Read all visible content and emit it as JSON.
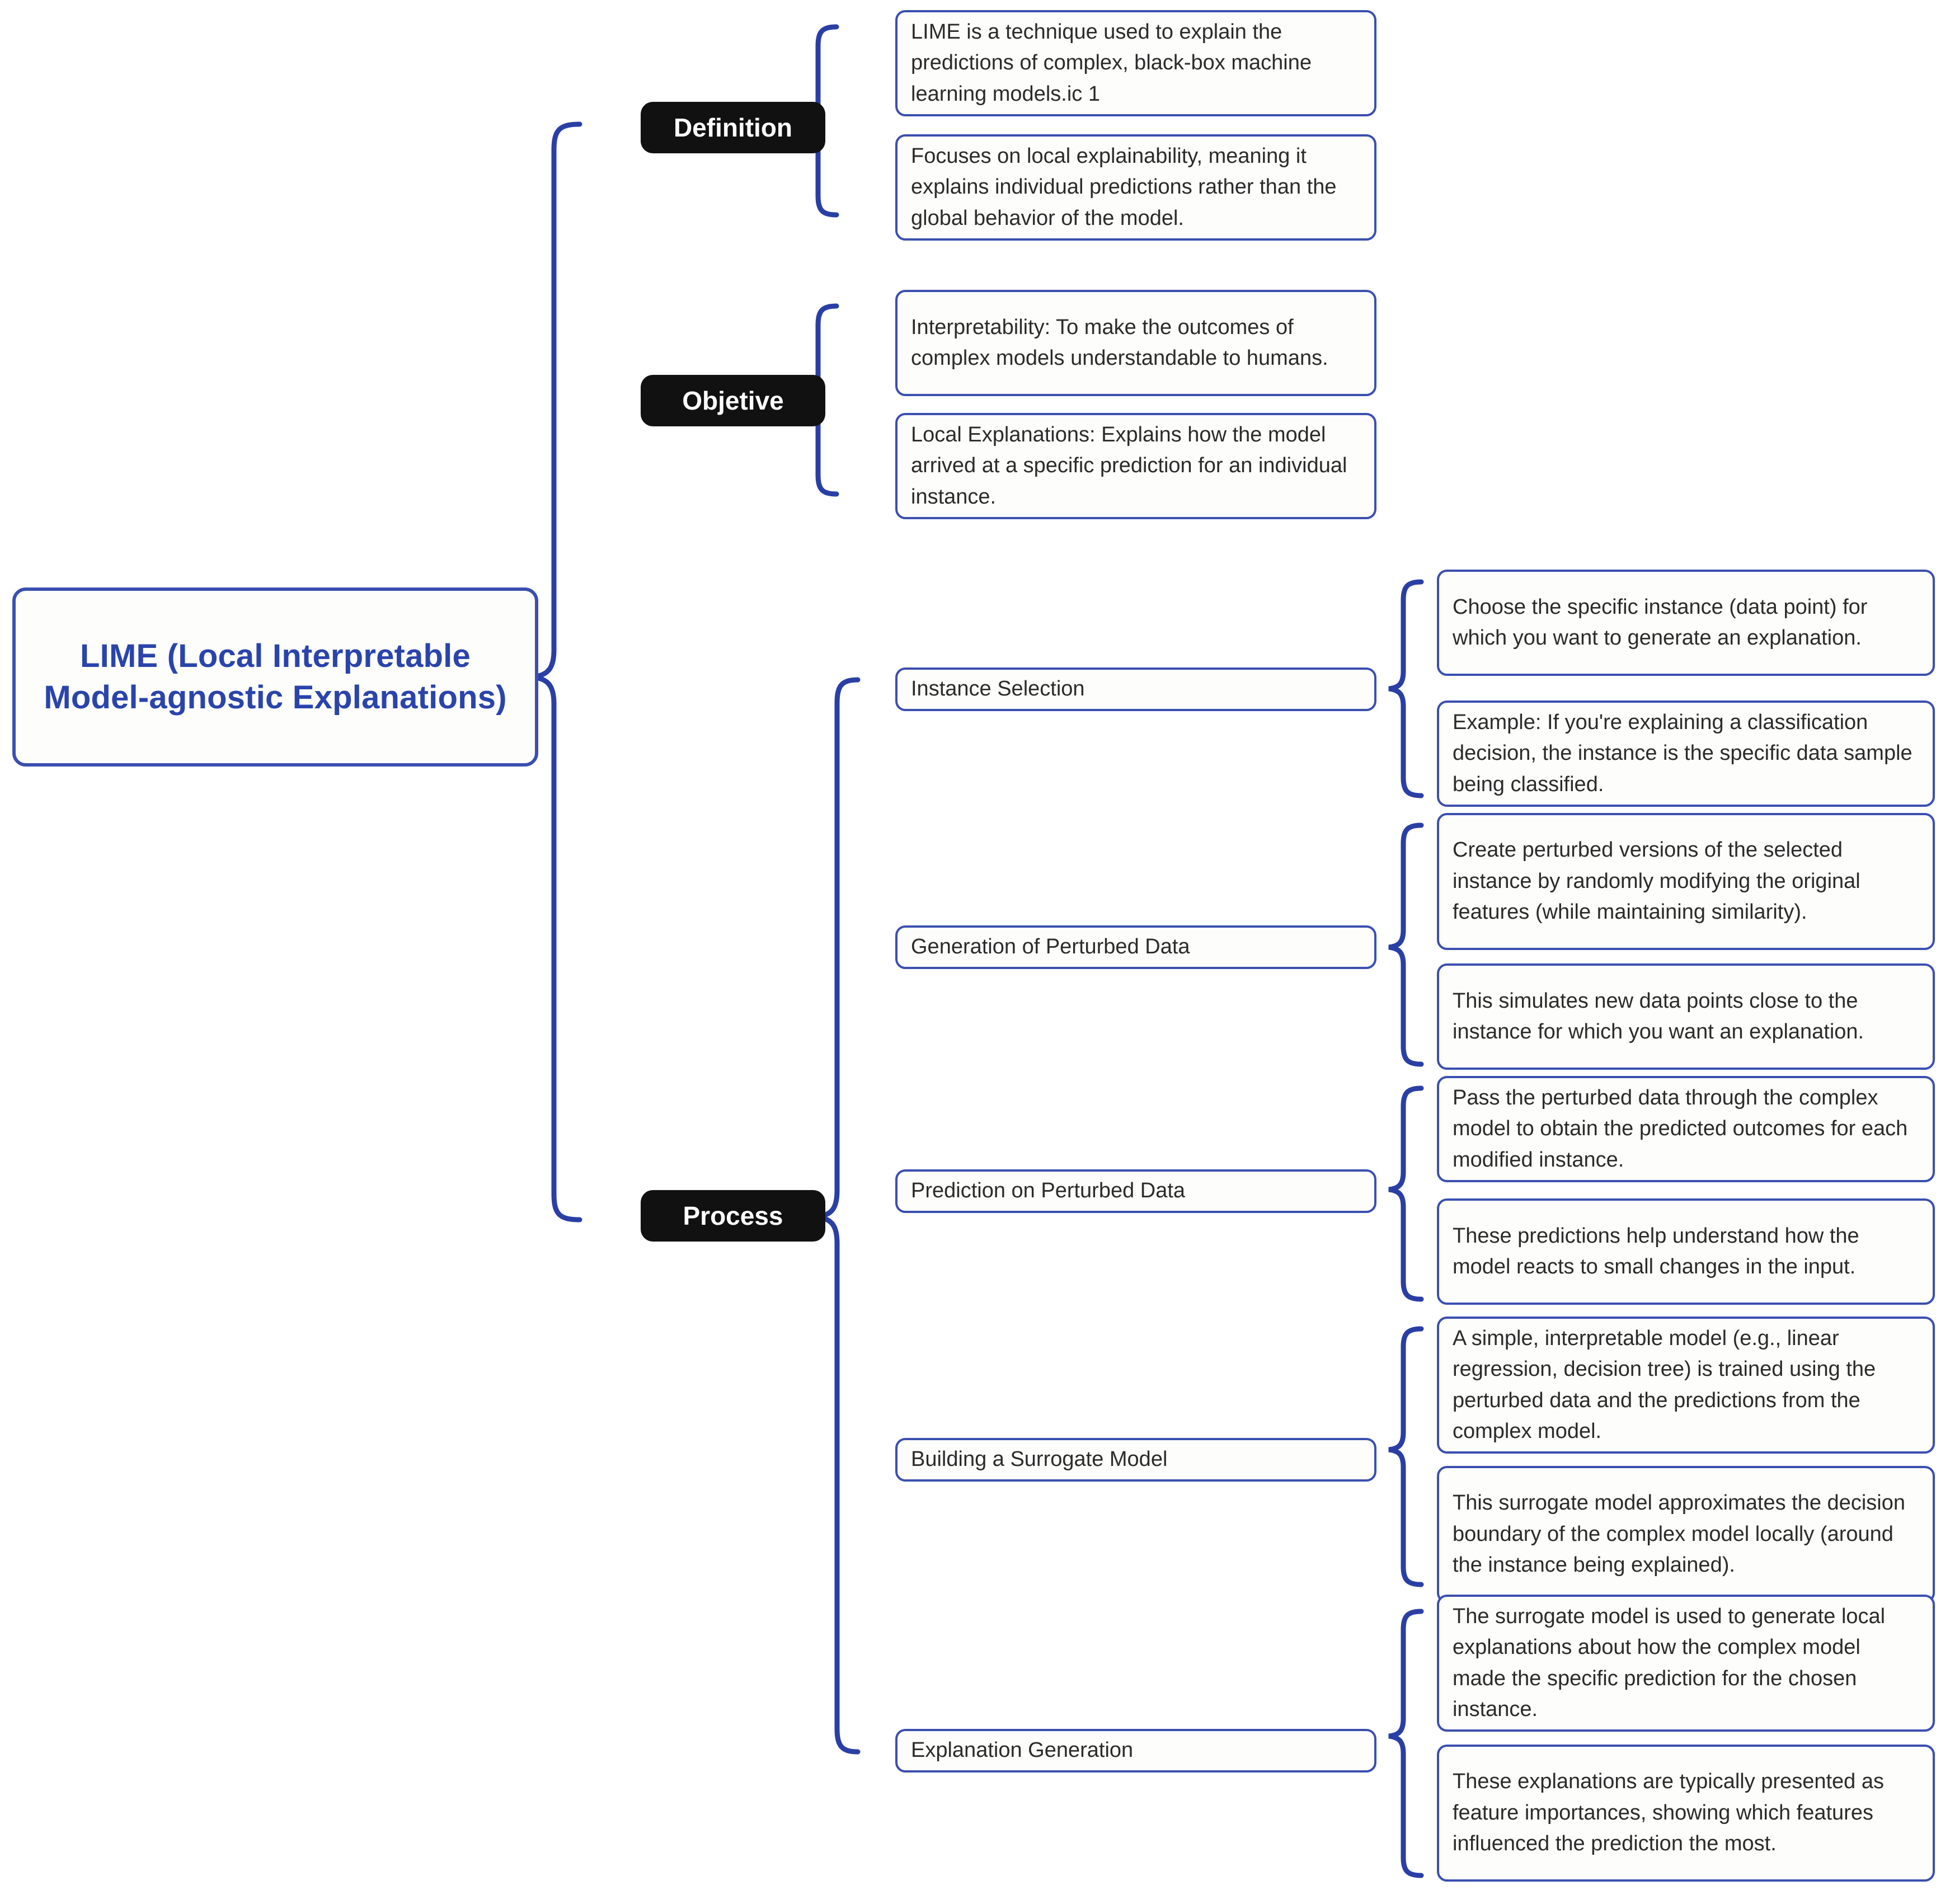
{
  "colors": {
    "accent": "#3b4fb0",
    "root_text": "#2a44ab",
    "pill_bg": "#111111",
    "pill_text": "#ffffff",
    "body_text": "#2b2b2b",
    "canvas_bg": "#ffffff",
    "node_bg": "#fdfdfb"
  },
  "diagram_data": {
    "type": "mindmap",
    "title": "LIME (Local Interpretable Model-agnostic Explanations)",
    "orientation": "left-to-right",
    "connector_style": "curly-brace"
  },
  "root": {
    "label": "LIME (Local Interpretable Model-agnostic Explanations)"
  },
  "branches": [
    {
      "label": "Definition",
      "items": [
        {
          "label": "LIME is a technique used to explain the predictions of complex, black-box machine learning models.ic 1",
          "details": []
        },
        {
          "label": "Focuses on local explainability, meaning it explains individual predictions rather than the global behavior of the model.",
          "details": []
        }
      ]
    },
    {
      "label": "Objetive",
      "items": [
        {
          "label": "Interpretability: To make the outcomes of complex models understandable to humans.",
          "details": []
        },
        {
          "label": "Local Explanations: Explains how the model arrived at a specific prediction for an individual instance.",
          "details": []
        }
      ]
    },
    {
      "label": "Process",
      "items": [
        {
          "label": "Instance Selection",
          "details": [
            "Choose the specific instance (data point) for which you want to generate an explanation.",
            "Example: If you're explaining a classification decision, the instance is the specific data sample being classified."
          ]
        },
        {
          "label": "Generation of Perturbed Data",
          "details": [
            "Create perturbed versions of the selected instance by randomly modifying the original features (while maintaining similarity).",
            "This simulates new data points close to the instance for which you want an explanation."
          ]
        },
        {
          "label": "Prediction on Perturbed Data",
          "details": [
            "Pass the perturbed data through the complex model to obtain the predicted outcomes for each modified instance.",
            "These predictions help understand how the model reacts to small changes in the input."
          ]
        },
        {
          "label": "Building a Surrogate Model",
          "details": [
            "A simple, interpretable model (e.g., linear regression, decision tree) is trained using the perturbed data and the predictions from the complex model.",
            "This surrogate model approximates the decision boundary of the complex model locally (around the instance being explained)."
          ]
        },
        {
          "label": "Explanation Generation",
          "details": [
            "The surrogate model is used to generate local explanations about how the complex model made the specific prediction for the chosen instance.",
            "These explanations are typically presented as feature importances, showing which features influenced the prediction the most."
          ]
        }
      ]
    }
  ]
}
